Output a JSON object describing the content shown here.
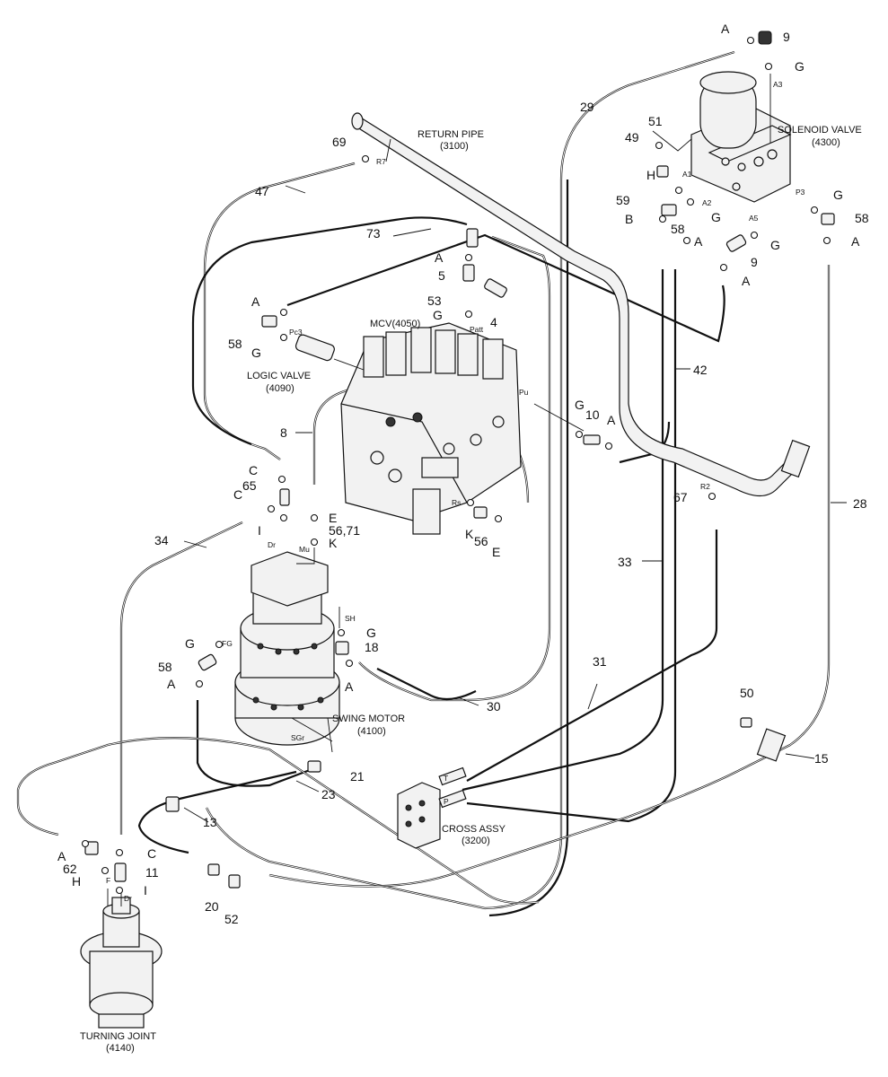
{
  "components": {
    "return_pipe": {
      "name": "RETURN PIPE",
      "code": "(3100)"
    },
    "solenoid_valve": {
      "name": "SOLENOID VALVE",
      "code": "(4300)"
    },
    "mcv": {
      "name": "MCV(4050)"
    },
    "logic_valve": {
      "name": "LOGIC VALVE",
      "code": "(4090)"
    },
    "swing_motor": {
      "name": "SWING MOTOR",
      "code": "(4100)"
    },
    "cross_assy": {
      "name": "CROSS ASSY",
      "code": "(3200)"
    },
    "turning_joint": {
      "name": "TURNING JOINT",
      "code": "(4140)"
    }
  },
  "callouts": {
    "c9a": "9",
    "c29": "29",
    "c51": "51",
    "c49": "49",
    "c59": "59",
    "c58a": "58",
    "c58b": "58",
    "c9b": "9",
    "c69": "69",
    "c47": "47",
    "c73": "73",
    "c5": "5",
    "c53": "53",
    "c4": "4",
    "c58c": "58",
    "c42": "42",
    "c8": "8",
    "c10": "10",
    "c65": "65",
    "c5671": "56,71",
    "c56": "56",
    "c34": "34",
    "c67": "67",
    "c28": "28",
    "c33": "33",
    "c18": "18",
    "c58d": "58",
    "c30": "30",
    "c31": "31",
    "c50": "50",
    "c15": "15",
    "c21": "21",
    "c23": "23",
    "c13": "13",
    "c62": "62",
    "c11": "11",
    "c20": "20",
    "c52": "52"
  },
  "seal_letters": {
    "a1": "A",
    "g1": "G",
    "g2": "G",
    "h1": "H",
    "b1": "B",
    "g3": "G",
    "a2": "A",
    "g4": "G",
    "a3": "A",
    "a4": "A",
    "a5": "A",
    "g5": "G",
    "a6": "A",
    "g6": "G",
    "a7": "A",
    "c1": "C",
    "c2": "C",
    "i1": "I",
    "e1": "E",
    "k1": "K",
    "k2": "K",
    "e2": "E",
    "g7": "G",
    "g8": "G",
    "a8": "A",
    "a9": "A",
    "a10": "A",
    "c3": "C",
    "h2": "H",
    "i2": "I"
  },
  "port_labels": {
    "a3": "A3",
    "a1": "A1",
    "a2": "A2",
    "p3": "P3",
    "a5": "A5",
    "r7": "R7",
    "pc3": "Pc3",
    "patt": "Patt",
    "pu": "Pu",
    "rs": "Rs",
    "r2": "R2",
    "dr1": "Dr",
    "mu": "Mu",
    "sh": "SH",
    "fg": "FG",
    "sgr": "SGr",
    "t": "T",
    "p": "P",
    "f": "F",
    "dr2": "Dr"
  }
}
